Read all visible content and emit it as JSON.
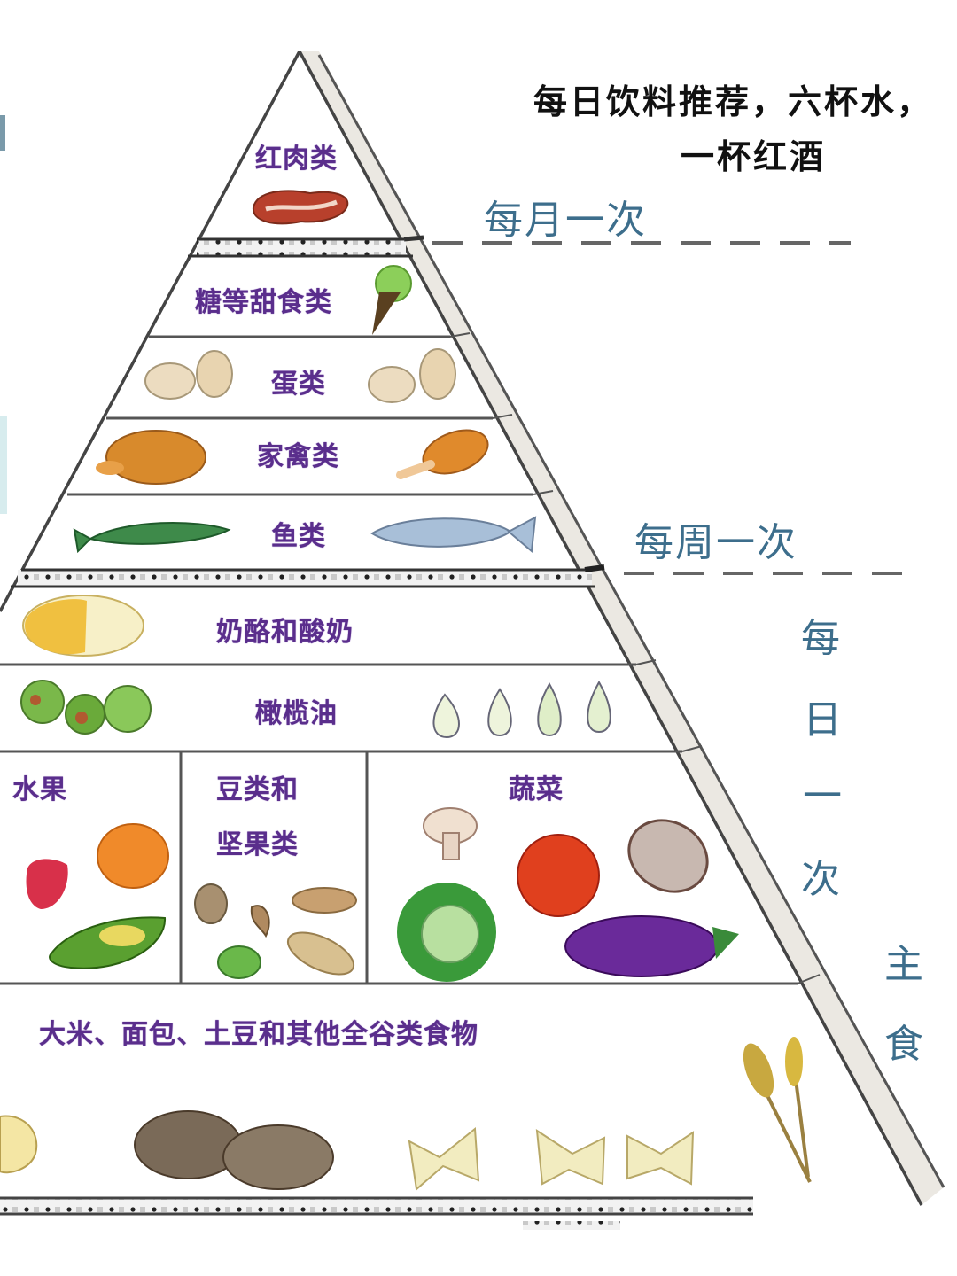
{
  "title": {
    "line1": "每日饮料推荐，六杯水，",
    "line2": "一杯红酒"
  },
  "frequency_labels": {
    "monthly": "每月一次",
    "weekly": "每周一次",
    "daily_chars": [
      "每",
      "日",
      "一",
      "次"
    ],
    "staple_chars": [
      "主",
      "食"
    ]
  },
  "pyramid": {
    "tiers": [
      {
        "id": "red-meat",
        "label": "红肉类",
        "foods": [
          "steak"
        ],
        "frequency": "每月一次"
      },
      {
        "id": "sweets",
        "label": "糖等甜食类",
        "foods": [
          "ice-cream-cone"
        ],
        "frequency": "每周一次"
      },
      {
        "id": "eggs",
        "label": "蛋类",
        "foods": [
          "eggs-left",
          "eggs-right"
        ],
        "frequency": "每周一次"
      },
      {
        "id": "poultry",
        "label": "家禽类",
        "foods": [
          "roast-chicken",
          "drumstick"
        ],
        "frequency": "每周一次"
      },
      {
        "id": "fish",
        "label": "鱼类",
        "foods": [
          "green-fish",
          "blue-fish"
        ],
        "frequency": "每周一次"
      },
      {
        "id": "dairy",
        "label": "奶酪和酸奶",
        "foods": [
          "cheese-wheel"
        ],
        "frequency": "每日一次"
      },
      {
        "id": "olive-oil",
        "label": "橄榄油",
        "foods": [
          "olives",
          "oil-drops"
        ],
        "frequency": "每日一次"
      },
      {
        "id": "fruit",
        "label": "水果",
        "foods": [
          "strawberry",
          "apricot",
          "avocado"
        ],
        "frequency": "每日一次"
      },
      {
        "id": "legumes-nuts",
        "label_line1": "豆类和",
        "label_line2": "坚果类",
        "foods": [
          "almond",
          "cashew",
          "bean",
          "peanut",
          "pistachio"
        ],
        "frequency": "每日一次"
      },
      {
        "id": "vegetables",
        "label": "蔬菜",
        "foods": [
          "mushroom",
          "tomato",
          "onion",
          "cabbage",
          "eggplant"
        ],
        "frequency": "每日一次"
      },
      {
        "id": "grains",
        "label": "大米、面包、土豆和其他全谷类食物",
        "foods": [
          "bread",
          "potatoes",
          "pasta-bows",
          "wheat"
        ],
        "frequency": "主食"
      }
    ]
  },
  "colors": {
    "label_purple": "#5a2e8c",
    "frequency_blue": "#3d6e8c",
    "line_gray": "#555555",
    "band_fill": "#ebe8e2"
  }
}
